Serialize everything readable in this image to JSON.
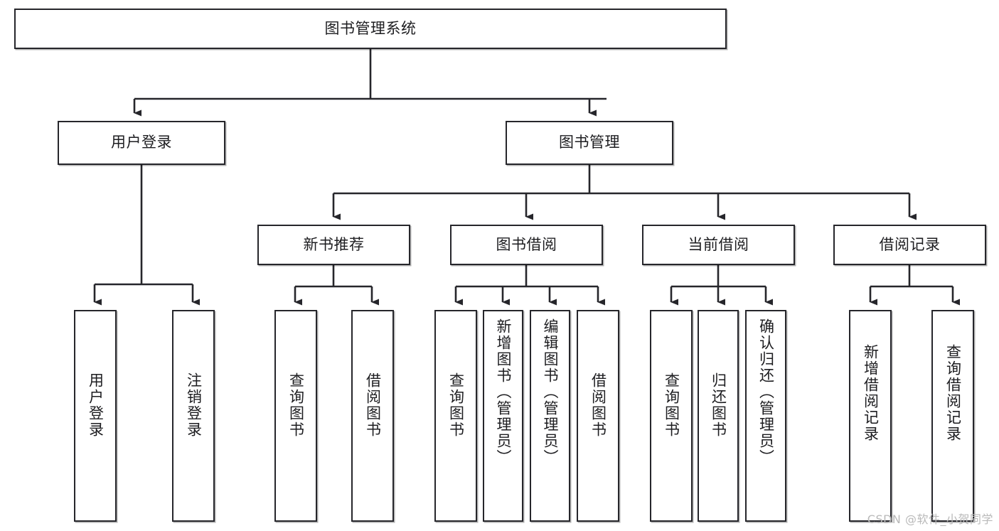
{
  "diagram": {
    "title": "图书管理系统",
    "type": "tree-hierarchy-chart",
    "watermark": "CSDN @软件_小贺同学",
    "colors": {
      "box_border": "#26262b",
      "box_fill": "#ffffff",
      "edge": "#26262b",
      "text": "#1d1d20",
      "watermark": "#b9b9b9"
    }
  },
  "nodes": {
    "root": {
      "label": "图书管理系统",
      "level": 0,
      "orientation": "horizontal"
    },
    "l1": [
      {
        "id": "user-login",
        "label": "用户登录",
        "orientation": "horizontal"
      },
      {
        "id": "book-management",
        "label": "图书管理",
        "orientation": "horizontal"
      }
    ],
    "l2": [
      {
        "id": "new-book-recommend",
        "label": "新书推荐",
        "orientation": "horizontal"
      },
      {
        "id": "book-borrow",
        "label": "图书借阅",
        "orientation": "horizontal"
      },
      {
        "id": "current-borrow",
        "label": "当前借阅",
        "orientation": "horizontal"
      },
      {
        "id": "borrow-record",
        "label": "借阅记录",
        "orientation": "horizontal"
      }
    ],
    "leaves": {
      "user_login": [
        {
          "id": "leaf-user-login",
          "label": "用户登录"
        },
        {
          "id": "leaf-user-logout",
          "label": "注销登录"
        }
      ],
      "new_book_recommend": [
        {
          "id": "leaf-query-book-1",
          "label": "查询图书"
        },
        {
          "id": "leaf-borrow-book-1",
          "label": "借阅图书"
        }
      ],
      "book_borrow": [
        {
          "id": "leaf-query-book-2",
          "label": "查询图书"
        },
        {
          "id": "leaf-add-book",
          "label": "新增图书（管理员）"
        },
        {
          "id": "leaf-edit-book",
          "label": "编辑图书（管理员）"
        },
        {
          "id": "leaf-borrow-book-2",
          "label": "借阅图书"
        }
      ],
      "current_borrow": [
        {
          "id": "leaf-query-book-3",
          "label": "查询图书"
        },
        {
          "id": "leaf-return-book",
          "label": "归还图书"
        },
        {
          "id": "leaf-confirm-return",
          "label": "确认归还（管理员）"
        }
      ],
      "borrow_record": [
        {
          "id": "leaf-add-record",
          "label": "新增借阅记录"
        },
        {
          "id": "leaf-query-record",
          "label": "查询借阅记录"
        }
      ]
    }
  }
}
